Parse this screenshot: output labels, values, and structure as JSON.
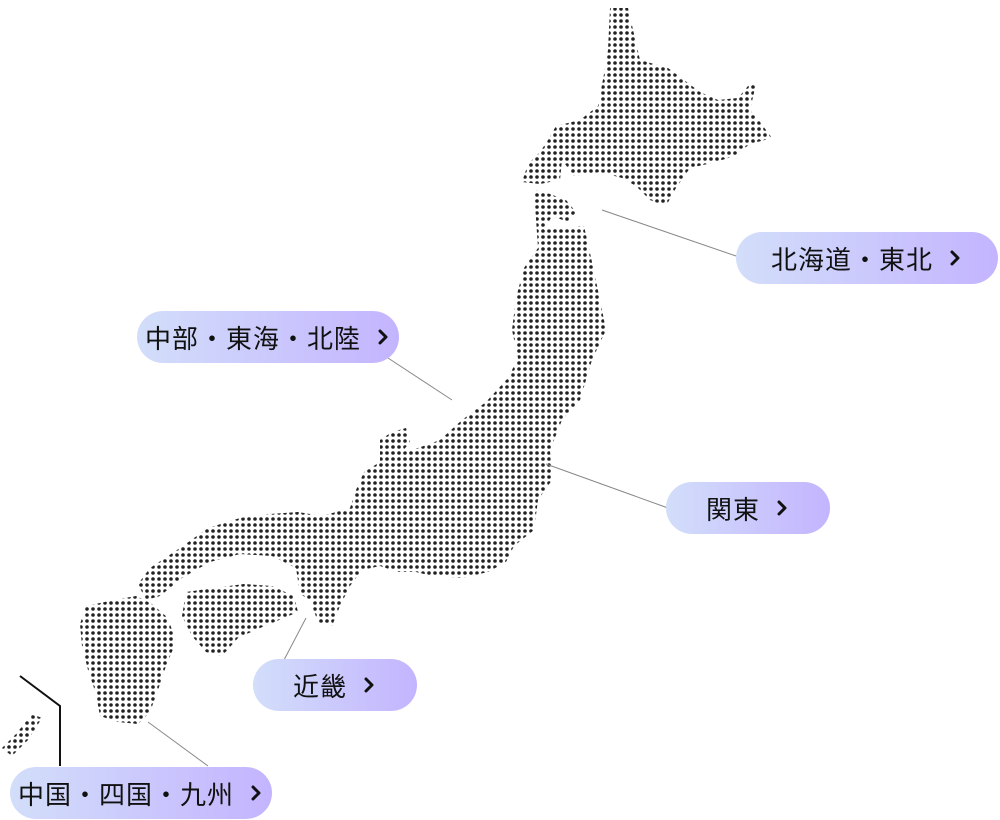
{
  "colors": {
    "dot": "#222222",
    "leader_line": "#888888",
    "pill_gradient_start": "#d2defa",
    "pill_gradient_end": "#c4b4ff",
    "text": "#111111"
  },
  "regions": [
    {
      "id": "hokkaido",
      "label": "北海道・東北"
    },
    {
      "id": "chubu",
      "label": "中部・東海・北陸"
    },
    {
      "id": "kanto",
      "label": "関東"
    },
    {
      "id": "kinki",
      "label": "近畿"
    },
    {
      "id": "chugoku",
      "label": "中国・四国・九州"
    }
  ],
  "icons": {
    "region_link": "chevron-right-icon"
  }
}
